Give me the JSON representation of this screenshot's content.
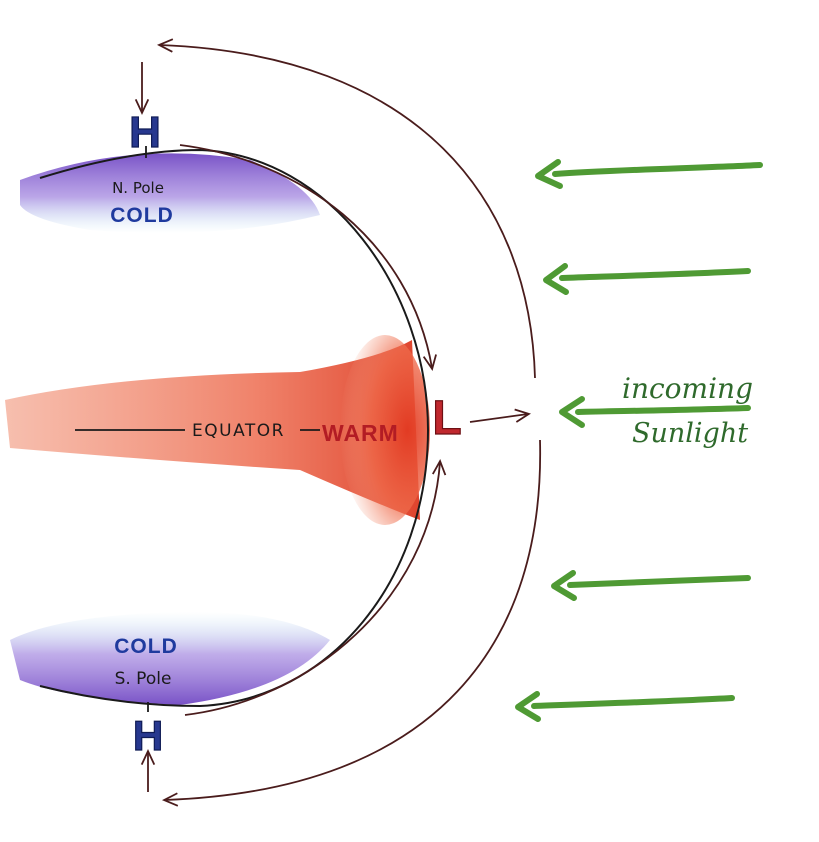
{
  "labels": {
    "north_pole": "N. Pole",
    "north_cold": "COLD",
    "south_cold": "COLD",
    "south_pole": "S. Pole",
    "equator": "EQUATOR",
    "warm": "WARM",
    "high_north": "H",
    "high_south": "H",
    "low": "L",
    "sunlight_line1": "incoming",
    "sunlight_line2": "Sunlight"
  },
  "colors": {
    "cold_text": "#1f3a9e",
    "high_letter": "#27388f",
    "low_letter": "#c0282e",
    "warm_band": "#e8553a",
    "polar_purple": "#7a4fc7",
    "polar_cyan": "#8fd0e8",
    "arrow_outline": "#4a1c1c",
    "sun_arrow": "#4f9a34",
    "sun_text": "#2f6a2c"
  },
  "icons": {
    "sun_arrows": "left-arrow-icon",
    "circulation_arrows": "curved-arrow-icon"
  }
}
